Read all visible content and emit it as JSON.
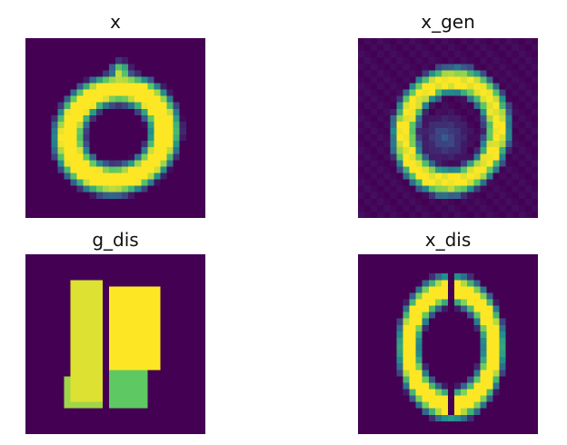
{
  "panels": [
    {
      "title": "x",
      "image": "original-digit-zero"
    },
    {
      "title": "x_gen",
      "image": "generated-digit-zero"
    },
    {
      "title": "g_dis",
      "image": "g-disentangled-reconstruction"
    },
    {
      "title": "x_dis",
      "image": "x-disentangled-reconstruction"
    }
  ],
  "colors": {
    "background": "#440154",
    "foreground": "#fde725"
  }
}
